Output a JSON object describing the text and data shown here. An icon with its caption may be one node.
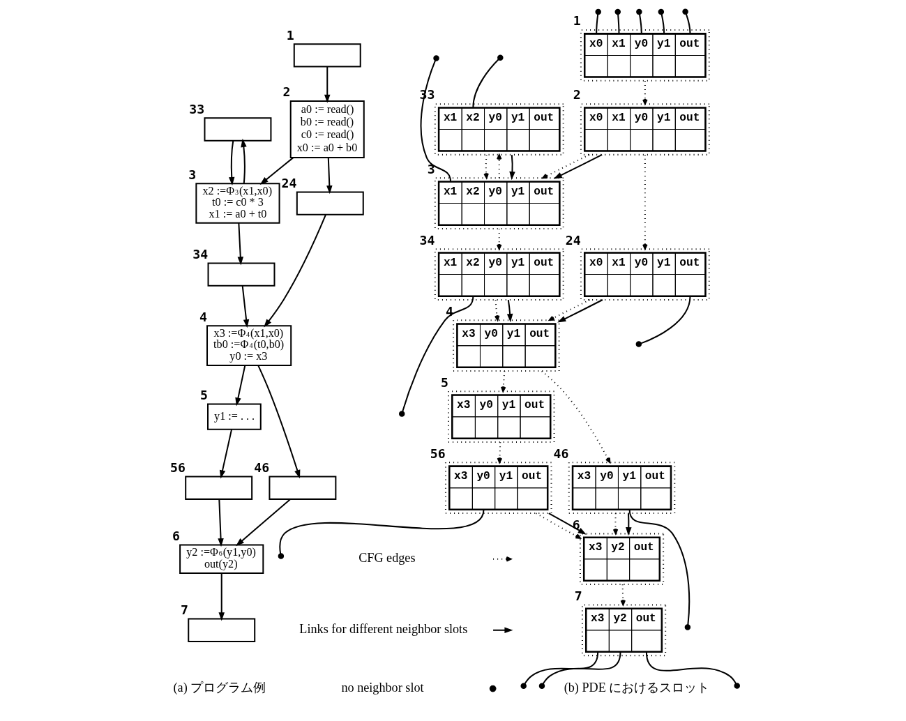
{
  "diagram": {
    "nodes": [
      {
        "text": [],
        "shape": "box",
        "beside": [
          "1"
        ]
      },
      {
        "text": [
          "a0 := read()",
          "b0 := read()",
          "c0 := read()",
          "x0 := a0 + b0"
        ],
        "beside": [
          "2"
        ]
      },
      {
        "text": [],
        "shape": "box",
        "beside": [
          "33"
        ]
      },
      {
        "text": [
          "x2 :=Φ$_{3}$(x1,x0)",
          "t0 := c0 * 3",
          "x1 := a0 + t0"
        ],
        "beside": [
          "3"
        ]
      },
      {
        "text": [],
        "shape": "box",
        "beside": [
          "24"
        ]
      },
      {
        "text": [],
        "shape": "box",
        "beside": [
          "34"
        ]
      },
      {
        "text": [
          "x3 :=Φ$_{4}$(x1,x0)",
          "tb0 :=Φ$_{4}$(t0,b0)",
          "y0 := x3"
        ],
        "beside": [
          "4"
        ]
      },
      {
        "text": [
          "y1 := . . ."
        ],
        "beside": [
          "5"
        ]
      },
      {
        "text": [],
        "shape": "box",
        "beside": [
          "46"
        ]
      },
      {
        "text": [],
        "shape": "box",
        "beside": [
          "56"
        ]
      },
      {
        "text": [
          "y2 :=Φ$_{6}$(y1,y0)",
          "out(y2)"
        ],
        "beside": [
          "6"
        ]
      },
      {
        "text": [],
        "shape": "box",
        "beside": [
          "7"
        ]
      },
      {
        "text": [
          "x0",
          "x1",
          "y0",
          "y1",
          "out"
        ],
        "beside": [
          "1"
        ]
      },
      {
        "text": [
          "x0",
          "x1",
          "y0",
          "y1",
          "out"
        ],
        "beside": [
          "2"
        ]
      },
      {
        "text": [
          "x1",
          "x2",
          "y0",
          "y1",
          "out"
        ],
        "beside": [
          "33"
        ]
      },
      {
        "text": [
          "x1",
          "x2",
          "y0",
          "y1",
          "out"
        ],
        "beside": [
          "3"
        ]
      },
      {
        "text": [
          "x1",
          "x2",
          "y0",
          "y1",
          "out"
        ],
        "beside": [
          "34"
        ]
      },
      {
        "text": [
          "x0",
          "x1",
          "y0",
          "y1",
          "out"
        ],
        "beside": [
          "24"
        ]
      },
      {
        "text": [
          "x3",
          "y0",
          "y1",
          "out"
        ],
        "beside": [
          "4"
        ]
      },
      {
        "text": [
          "x3",
          "y0",
          "y1",
          "out"
        ],
        "beside": [
          "5"
        ]
      },
      {
        "text": [
          "x3",
          "y0",
          "y1",
          "out"
        ],
        "beside": [
          "46"
        ]
      },
      {
        "text": [
          "x3",
          "y0",
          "y1",
          "out"
        ],
        "beside": [
          "56"
        ]
      },
      {
        "text": [
          "x3",
          "y2",
          "out"
        ],
        "beside": [
          "6"
        ]
      },
      {
        "text": [
          "x3",
          "y2",
          "out"
        ],
        "beside": [
          "7"
        ]
      }
    ],
    "edges": [
      {
        "from": 0,
        "to": 1,
        "arrow": "to"
      },
      {
        "from": 1,
        "to": 3,
        "arrow": "to"
      },
      {
        "from": 1,
        "to": 4,
        "arrow": "to"
      },
      {
        "from": 2,
        "to": 3,
        "arrow": "to"
      },
      {
        "from": 3,
        "to": 2,
        "arrow": "to"
      },
      {
        "from": 3,
        "to": 5,
        "arrow": "to"
      },
      {
        "from": 5,
        "to": 6,
        "arrow": "to"
      },
      {
        "from": 4,
        "to": 6,
        "arrow": "to"
      },
      {
        "from": 6,
        "to": 7,
        "arrow": "to"
      },
      {
        "from": 6,
        "to": 8,
        "arrow": "to"
      },
      {
        "from": 7,
        "to": 9,
        "arrow": "to"
      },
      {
        "from": 9,
        "to": 10,
        "arrow": "to"
      },
      {
        "from": 8,
        "to": 10,
        "arrow": "to"
      },
      {
        "from": 10,
        "to": 11,
        "arrow": "to"
      },
      {
        "from": 12,
        "to": 13,
        "arrow": "to",
        "style": "dashed"
      },
      {
        "from": 13,
        "to": 15,
        "arrow": "to",
        "style": "dashed"
      },
      {
        "from": 13,
        "to": 17,
        "arrow": "to",
        "style": "dashed"
      },
      {
        "from": 14,
        "to": 15,
        "arrow": "to",
        "style": "dashed"
      },
      {
        "from": 15,
        "to": 14,
        "arrow": "to",
        "style": "dashed"
      },
      {
        "from": 15,
        "to": 16,
        "arrow": "to",
        "style": "dashed"
      },
      {
        "from": 16,
        "to": 18,
        "arrow": "to",
        "style": "dashed"
      },
      {
        "from": 17,
        "to": 18,
        "arrow": "to",
        "style": "dashed"
      },
      {
        "from": 18,
        "to": 19,
        "arrow": "to",
        "style": "dashed"
      },
      {
        "from": 18,
        "to": 20,
        "arrow": "to",
        "style": "dashed"
      },
      {
        "from": 19,
        "to": 21,
        "arrow": "to",
        "style": "dashed"
      },
      {
        "from": 21,
        "to": 22,
        "arrow": "to",
        "style": "dashed"
      },
      {
        "from": 20,
        "to": 22,
        "arrow": "to",
        "style": "dashed"
      },
      {
        "from": 22,
        "to": 23,
        "arrow": "to",
        "style": "dashed"
      },
      {
        "from": 13,
        "to": 15,
        "arrow": "to"
      },
      {
        "from": 14,
        "to": 15,
        "arrow": "to"
      },
      {
        "from": 16,
        "to": 18,
        "arrow": "to"
      },
      {
        "from": 17,
        "to": 18,
        "arrow": "to"
      },
      {
        "from": 21,
        "to": 22,
        "arrow": "to"
      },
      {
        "from": 20,
        "to": 22,
        "arrow": "to"
      },
      {
        "from": 12,
        "to": null,
        "arrow": "other"
      },
      {
        "from": 12,
        "to": null,
        "arrow": "other"
      },
      {
        "from": 12,
        "to": null,
        "arrow": "other"
      },
      {
        "from": 12,
        "to": null,
        "arrow": "other"
      },
      {
        "from": 12,
        "to": null,
        "arrow": "other"
      },
      {
        "from": 14,
        "to": null,
        "arrow": "other"
      },
      {
        "from": 15,
        "to": null,
        "arrow": "other"
      },
      {
        "from": 16,
        "to": null,
        "arrow": "other"
      },
      {
        "from": 17,
        "to": null,
        "arrow": "other"
      },
      {
        "from": 20,
        "to": null,
        "arrow": "other"
      },
      {
        "from": 21,
        "to": null,
        "arrow": "other"
      },
      {
        "from": 23,
        "to": null,
        "arrow": "other"
      },
      {
        "from": 23,
        "to": null,
        "arrow": "other"
      },
      {
        "from": 23,
        "to": null,
        "arrow": "other"
      }
    ],
    "labels": [
      "(a) プログラム例",
      "(b) PDE におけるスロット"
    ],
    "legend": [
      {
        "text": "CFG edges"
      },
      {
        "text": "Links for different neighbor slots"
      },
      {
        "text": "no neighbor slot"
      }
    ]
  }
}
